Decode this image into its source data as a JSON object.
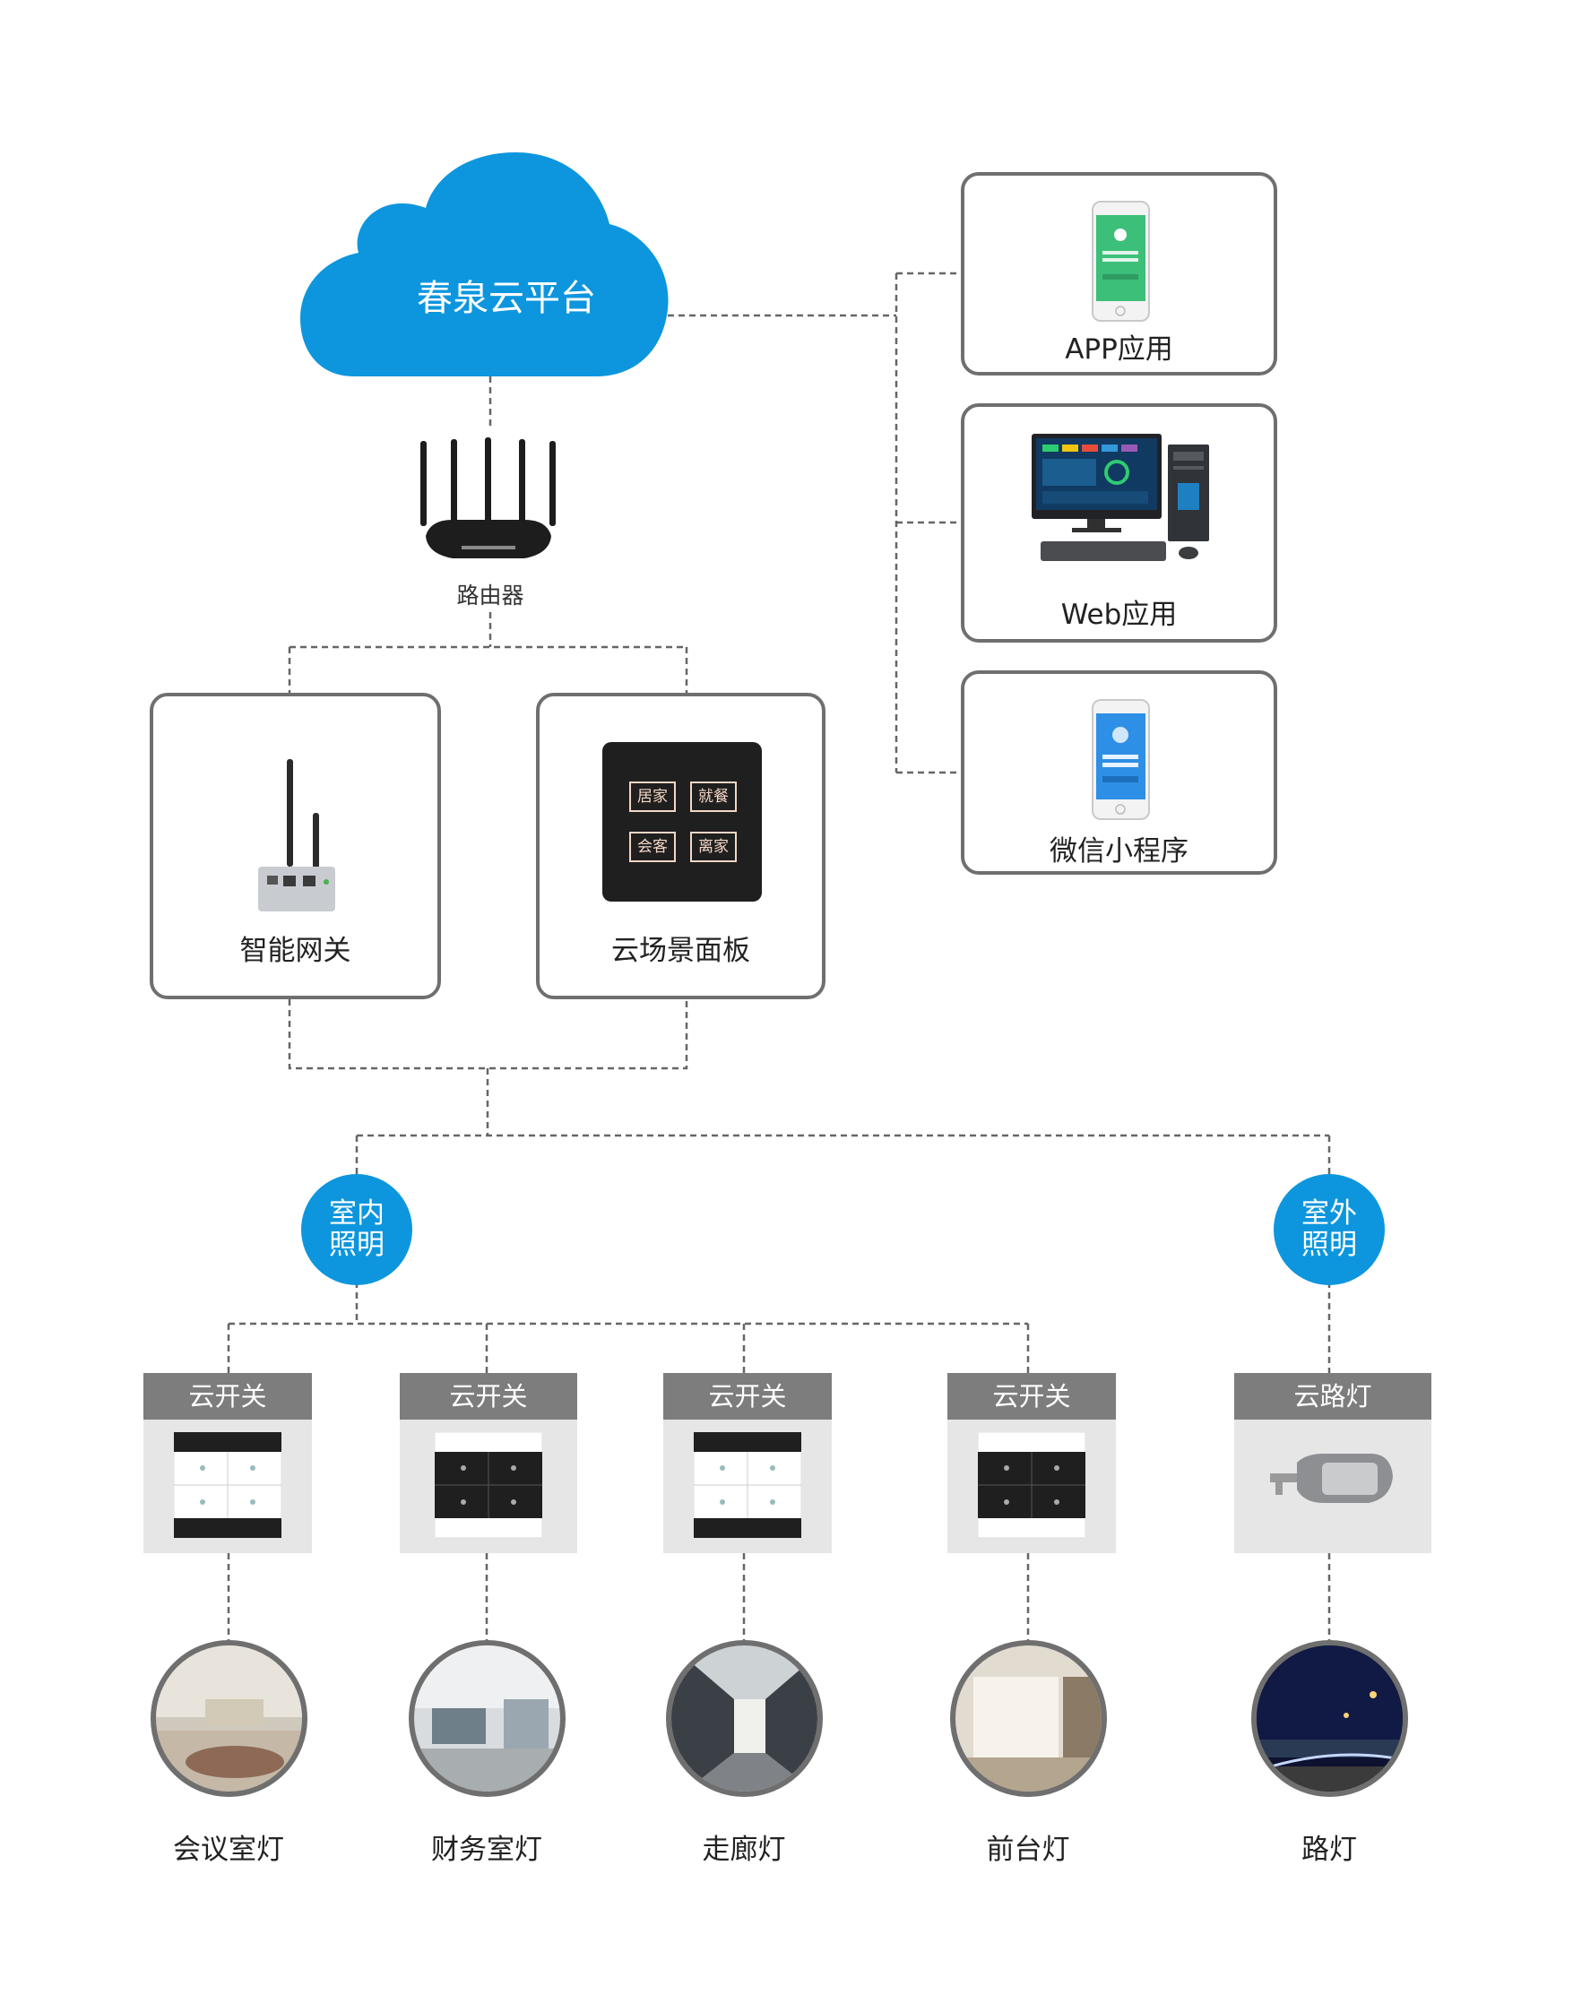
{
  "platform": {
    "title": "春泉云平台"
  },
  "router": {
    "label": "路由器"
  },
  "apps": [
    {
      "label": "APP应用"
    },
    {
      "label": "Web应用"
    },
    {
      "label": "微信小程序"
    }
  ],
  "gateway": {
    "label": "智能网关"
  },
  "panel": {
    "label": "云场景面板",
    "buttons": [
      "居家",
      "就餐",
      "会客",
      "离家"
    ]
  },
  "categories": {
    "indoor": "室内\n照明",
    "indoor_line1": "室内",
    "indoor_line2": "照明",
    "outdoor_line1": "室外",
    "outdoor_line2": "照明"
  },
  "devices": [
    {
      "label": "云开关",
      "scene": "会议室灯"
    },
    {
      "label": "云开关",
      "scene": "财务室灯"
    },
    {
      "label": "云开关",
      "scene": "走廊灯"
    },
    {
      "label": "云开关",
      "scene": "前台灯"
    },
    {
      "label": "云路灯",
      "scene": "路灯"
    }
  ],
  "colors": {
    "accent": "#0d96de",
    "border": "#6f6f6f",
    "device_head": "#7d7d7d"
  }
}
